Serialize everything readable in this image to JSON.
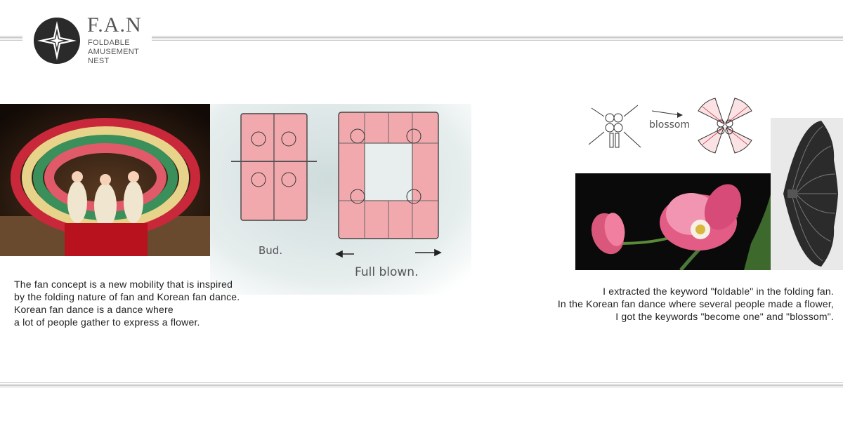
{
  "header": {
    "title": "F.A.N",
    "subtitle_lines": [
      "FOLDABLE",
      "AMUSEMENT",
      "NEST"
    ]
  },
  "sketch": {
    "label_bud": "Bud.",
    "label_full": "Full blown.",
    "label_blossom": "blossom"
  },
  "left_text": {
    "lines": [
      "The fan concept is a new mobility that is inspired",
      "by the folding nature of fan and Korean fan dance.",
      "Korean fan dance is a dance where",
      "a lot of people gather to express a flower."
    ]
  },
  "right_text": {
    "lines": [
      "I extracted the keyword \"foldable\" in the folding fan.",
      "In the Korean fan dance where several people made a flower,",
      "I got the keywords \"become one\" and \"blossom\"."
    ]
  },
  "colors": {
    "accent_pink": "#f2a9ae",
    "gray_text": "#555555"
  }
}
